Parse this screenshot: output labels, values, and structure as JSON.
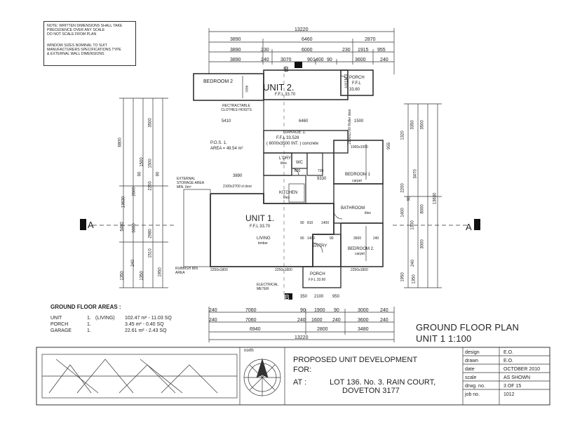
{
  "notes": [
    "NOTE: WRITTEN DIMENSIONS SHALL TAKE",
    "PRECEDENCE OVER ANY SCALE",
    "DO NOT SCALE FROM PLAN",
    "WINDOW SIZES NOMINAL TO SUIT",
    "MANUFACTURERS SPECIFICATIONS TYPE",
    "& EXTERNAL WALL DIMENSIONS"
  ],
  "dims_top": {
    "overall": "13220",
    "row1": [
      "3890",
      "6460",
      "2870"
    ],
    "row2": [
      "3890",
      "230",
      "6000",
      "230",
      "1915",
      "955"
    ],
    "row3": [
      "3890",
      "240",
      "3070",
      "90",
      "1400",
      "90",
      "3600",
      "240"
    ]
  },
  "dims_bottom": {
    "row1": [
      "240",
      "7060",
      "90",
      "1900",
      "90",
      "3000",
      "240"
    ],
    "row2": [
      "240",
      "7060",
      "240",
      "1600",
      "240",
      "3600",
      "240"
    ],
    "row3": [
      "6940",
      "2800",
      "3480"
    ],
    "overall": "13220"
  },
  "dims_left": [
    "6800",
    "3500",
    "13630",
    "5480",
    "2980",
    "1350",
    "1950",
    "1510",
    "240",
    "5000",
    "2600",
    "2200",
    "1350",
    "90",
    "1500",
    "90",
    "1500"
  ],
  "dims_right": [
    "1320",
    "3350",
    "3500",
    "955",
    "3470",
    "2200",
    "90",
    "8000",
    "13630",
    "1400",
    "1300",
    "3000",
    "1350",
    "240",
    "1950"
  ],
  "labels": {
    "unit2": "UNIT 2.",
    "unit2_ffl": "F.F.L    33.70",
    "bedroom2_top": "BEDROOM 2",
    "robe": "robe",
    "entry_top": "ENTRY",
    "porch_top": "PORCH",
    "porch_top_ffl": "F.F.L",
    "porch_top_level": "33.60",
    "clothes": "RECTRACTABLE CLOTHES HOISTS",
    "garage": "GARAGE  1.",
    "garage_ffl": "F.F.L   33.528",
    "garage_size": "( 6000x3500 INT. )  concrete",
    "pos": "P.O.S. 1.",
    "pos_area": "AREA = 49.54 m²",
    "storage": "EXTERNAL STORAGE AREA MIN. 6m³",
    "ldry": "L'DRY",
    "tiles": "tiles",
    "wc": "WC",
    "bedroom1": "BEDROOM 1",
    "carpet": "carpet",
    "kitchen": "KITCHEN",
    "bathroom": "BATHROOM",
    "unit1": "UNIT 1.",
    "unit1_ffl": "F.F.L    33.70",
    "living": "LIVING",
    "timber": "timber",
    "entry": "ENTRY",
    "bedroom2": "BEDROOM 2.",
    "porch": "PORCH",
    "porch_ffl": "F.F.L  33.60",
    "rubbish": "RUBBISH BIN AREA",
    "meter": "ELECTRICAL METER",
    "rolldoor": "2100x2700 Roller door",
    "window": "2100x2700 sl door",
    "dim_5410": "5410",
    "dim_6460": "6460",
    "dim_1500": "1500",
    "dim_3890": "3890",
    "dim_9330": "9330",
    "dim_2250a": "2250x1800",
    "dim_2250b": "2250x1800",
    "dim_2250c": "2250x1800",
    "dim_1000": "1000x1000",
    "dim_mid": [
      "90",
      "1400",
      "90",
      "3600",
      "240"
    ],
    "dim_mid2": [
      "90",
      "810",
      "1400"
    ],
    "dim_2100": "2100",
    "dim_950": "950",
    "dim_350": "350",
    "dim_820": "820",
    "dim_720": "720"
  },
  "section": {
    "a_left": "A",
    "a_right": "A",
    "b": "B"
  },
  "areas": {
    "title": "GROUND FLOOR AREAS :",
    "rows": [
      {
        "name": "UNIT",
        "num": "1.",
        "type": "(LIVING)",
        "value": "102.47 m² - 11.03 SQ"
      },
      {
        "name": "PORCH",
        "num": "1.",
        "type": "",
        "value": "3.45 m² - 0.40 SQ"
      },
      {
        "name": "GARAGE",
        "num": "1.",
        "type": "",
        "value": "22.61 m² - 2.43 SQ"
      }
    ]
  },
  "plan_title": {
    "line1": "GROUND FLOOR PLAN",
    "line2": "UNIT 1 1:100"
  },
  "title_block": {
    "north": "north",
    "project": "PROPOSED UNIT DEVELOPMENT",
    "for": "FOR:",
    "at": "AT  :",
    "address1": "LOT 136. No. 3. RAIN COURT,",
    "address2": "DOVETON 3177",
    "fields": [
      {
        "label": "design",
        "value": "E.O."
      },
      {
        "label": "drawn",
        "value": "E.O."
      },
      {
        "label": "date",
        "value": "OCTOBER 2010"
      },
      {
        "label": "scale",
        "value": "AS SHOWN"
      },
      {
        "label": "drwg. no.",
        "value": "3 OF 15"
      },
      {
        "label": "job  no.",
        "value": "1012"
      }
    ]
  }
}
